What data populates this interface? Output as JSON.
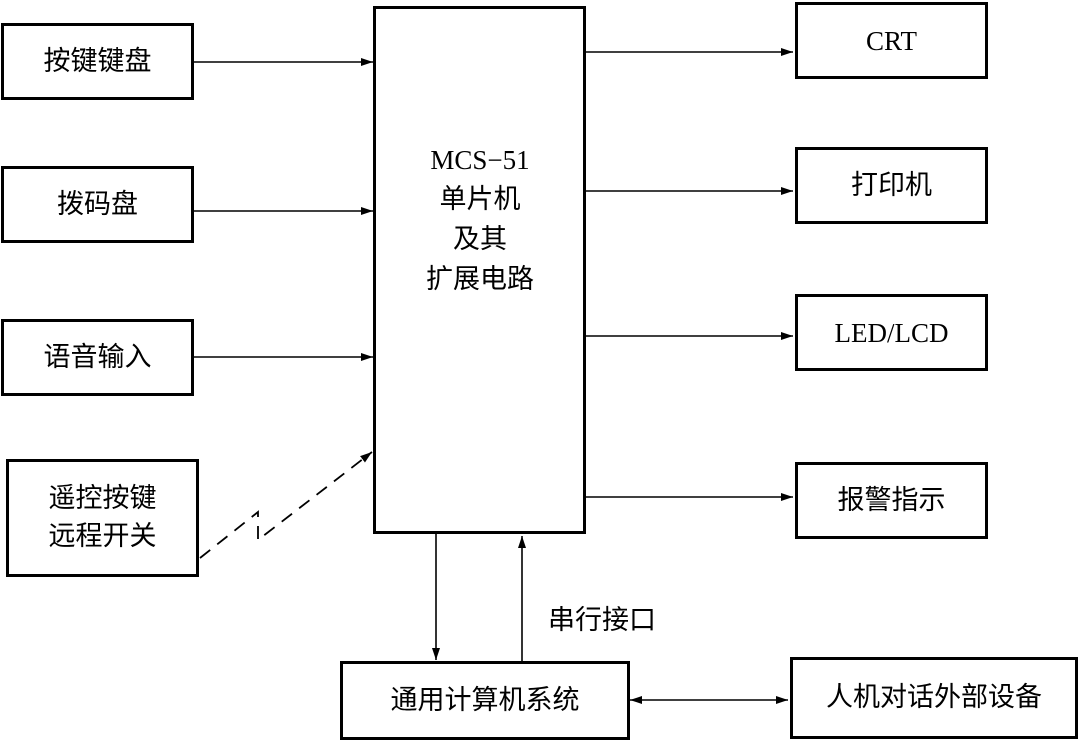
{
  "inputs": {
    "keyboard": "按键键盘",
    "dial": "拨码盘",
    "voice": "语音输入",
    "remote": "遥控按键\n远程开关"
  },
  "mcu": {
    "model": "MCS−51",
    "line2": "单片机",
    "line3": "及其",
    "line4": "扩展电路"
  },
  "outputs": {
    "crt": "CRT",
    "printer": "打印机",
    "display": "LED/LCD",
    "alarm": "报警指示"
  },
  "serial_label": "串行接口",
  "computer": "通用计算机系统",
  "hmi": "人机对话外部设备"
}
